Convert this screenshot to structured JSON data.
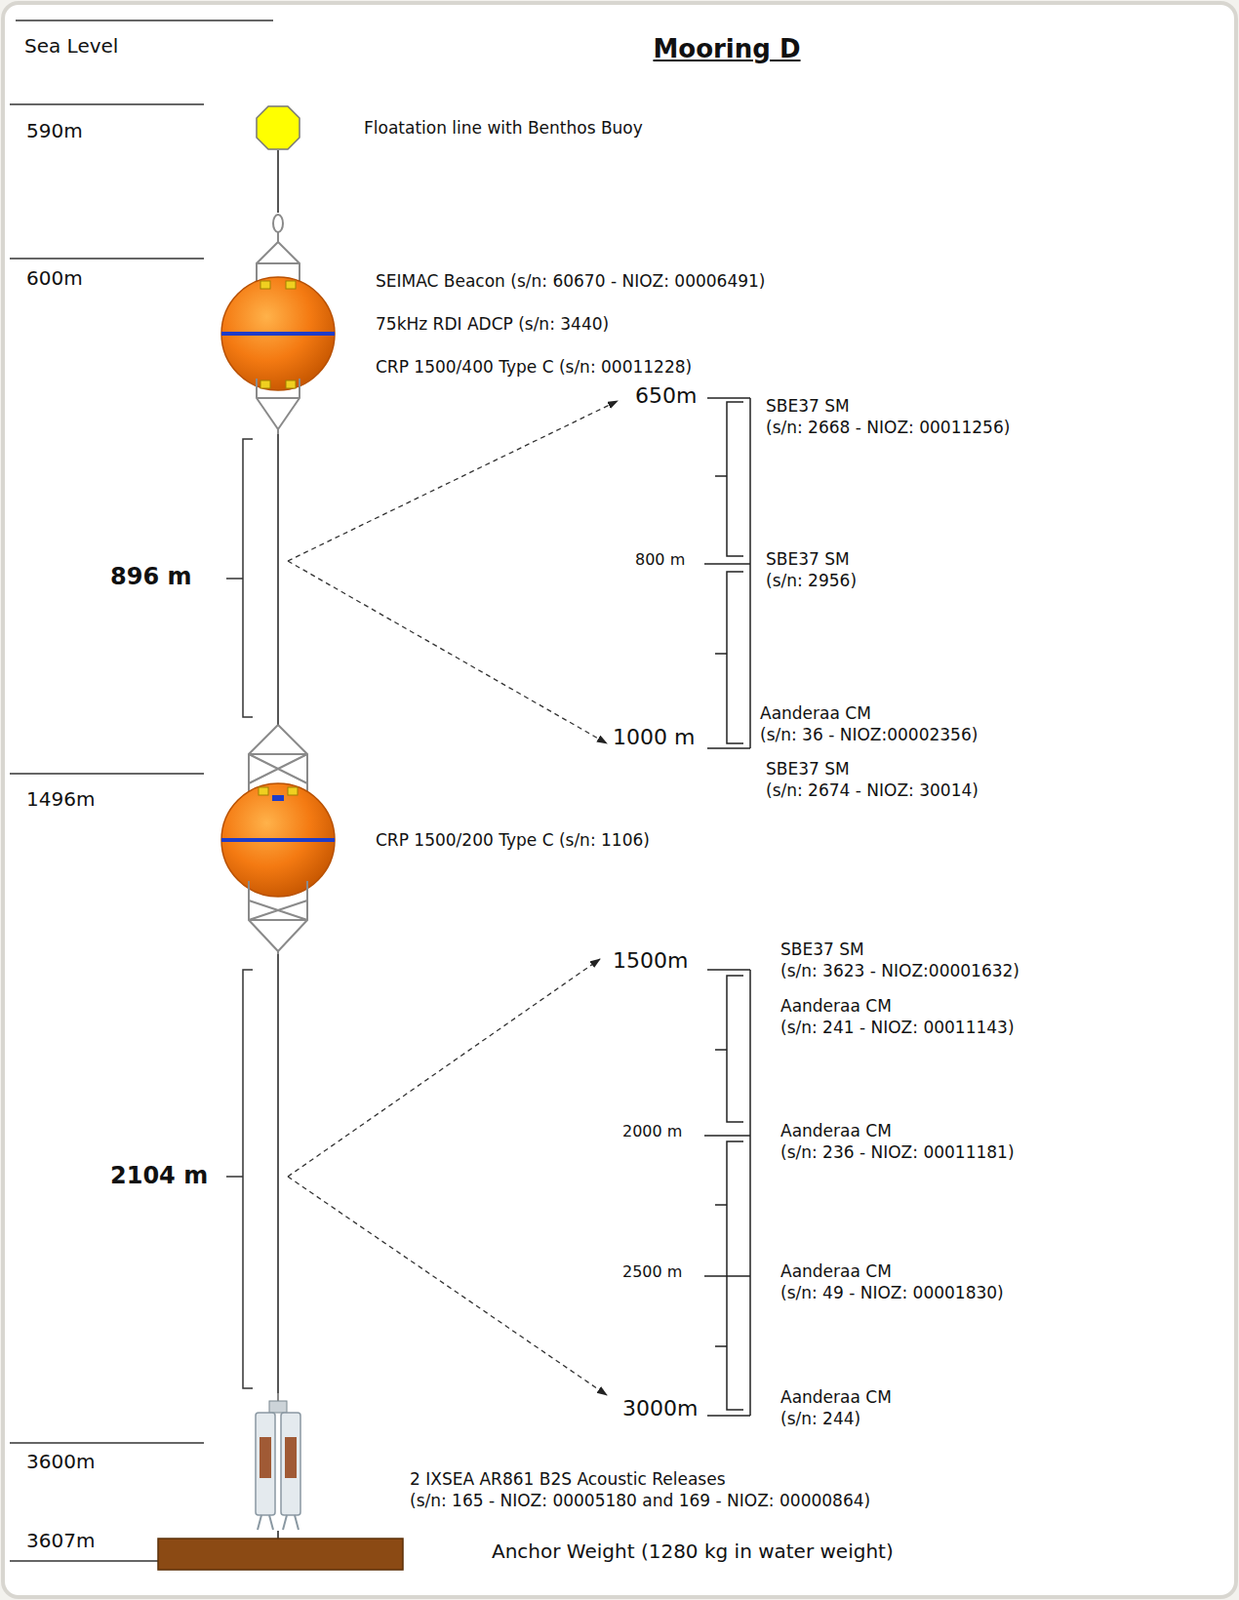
{
  "diagram": {
    "title": "Mooring D",
    "nodes": [
      {
        "text": [
          "Floatation line with Benthos Buoy"
        ]
      },
      {
        "text": [
          "SEIMAC Beacon (s/n: 60670 - NIOZ: 00006491)",
          "75kHz RDI ADCP (s/n: 3440)",
          "CRP 1500/400 Type C (s/n: 00011228)"
        ]
      },
      {
        "text": [
          "CRP 1500/200 Type C (s/n: 1106)"
        ]
      },
      {
        "text": [
          "2 IXSEA AR861 B2S Acoustic Releases (s/n: 165 - NIOZ: 00005180 and 169 - NIOZ: 00000864)"
        ]
      },
      {
        "text": [
          "Anchor Weight (1280 kg in water weight)"
        ]
      }
    ],
    "edges": [
      {
        "from": 0,
        "to": 1,
        "arrow": "none"
      },
      {
        "from": 1,
        "to": 2,
        "arrow": "none"
      },
      {
        "from": 2,
        "to": 3,
        "arrow": "none"
      },
      {
        "from": 3,
        "to": 4,
        "arrow": "none"
      }
    ],
    "labels": [
      "Sea Level",
      "590m",
      "600m",
      "1496m",
      "3600m",
      "3607m",
      "896 m",
      "650m",
      "SBE37 SM (s/n: 2668 - NIOZ: 00011256)",
      "800 m",
      "SBE37 SM (s/n: 2956)",
      "1000 m",
      "Aanderaa CM (s/n: 36 - NIOZ:00002356)",
      "SBE37 SM (s/n: 2674 - NIOZ: 30014)",
      "2104 m",
      "1500m",
      "SBE37 SM (s/n: 3623 - NIOZ:00001632)",
      "Aanderaa CM (s/n: 241 - NIOZ: 00011143)",
      "2000 m",
      "Aanderaa CM (s/n: 236 - NIOZ: 00011181)",
      "2500 m",
      "Aanderaa CM (s/n: 49 - NIOZ: 00001830)",
      "3000m",
      "Aanderaa CM (s/n: 244)"
    ]
  }
}
